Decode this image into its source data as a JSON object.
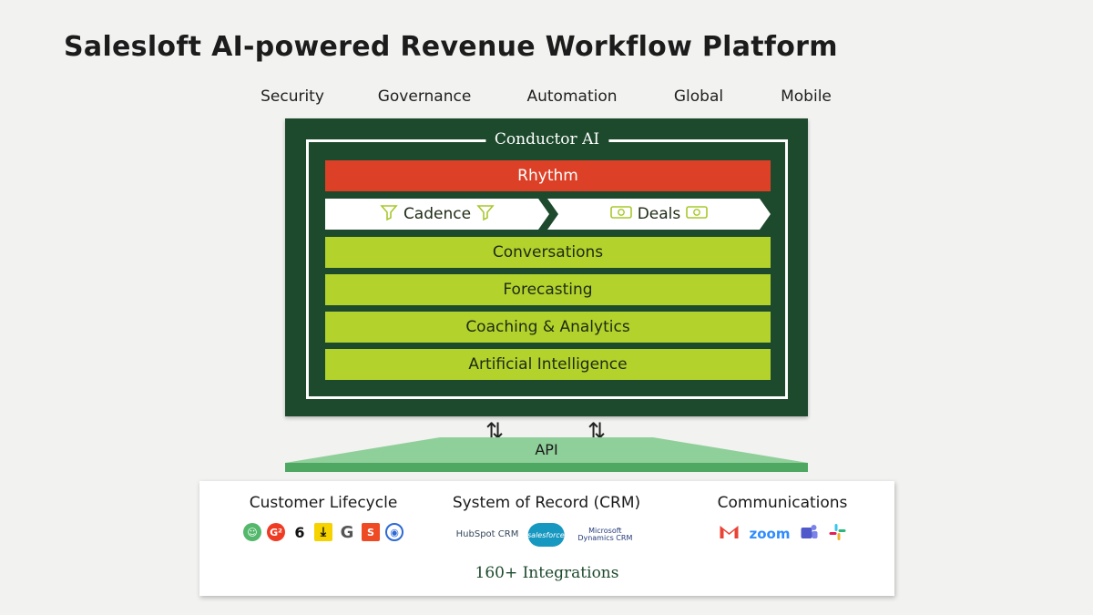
{
  "title": "Salesloft AI-powered Revenue Workflow Platform",
  "pillars": [
    "Security",
    "Governance",
    "Automation",
    "Global",
    "Mobile"
  ],
  "platform": {
    "frame_label": "Conductor AI",
    "rhythm": "Rhythm",
    "cadence": "Cadence",
    "deals": "Deals",
    "layers": [
      "Conversations",
      "Forecasting",
      "Coaching & Analytics",
      "Artificial Intelligence"
    ]
  },
  "api": {
    "label": "API"
  },
  "integrations": {
    "groups": [
      {
        "title": "Customer Lifecycle",
        "logos": [
          "gong-robot-icon",
          "g2-icon",
          "6sense-icon",
          "download-icon",
          "google-icon",
          "gainsight-icon",
          "circle-logo-icon"
        ]
      },
      {
        "title": "System of Record (CRM)",
        "logos": [
          "HubSpot CRM",
          "salesforce",
          "Microsoft Dynamics CRM"
        ]
      },
      {
        "title": "Communications",
        "logos": [
          "gmail-icon",
          "zoom",
          "teams-icon",
          "slack-icon"
        ]
      }
    ],
    "footer": "160+ Integrations"
  },
  "colors": {
    "platform_bg": "#1d4a2d",
    "rhythm": "#dc4128",
    "layer": "#b3d22c",
    "api": "#8fcf9a",
    "api_base": "#4fa862"
  }
}
